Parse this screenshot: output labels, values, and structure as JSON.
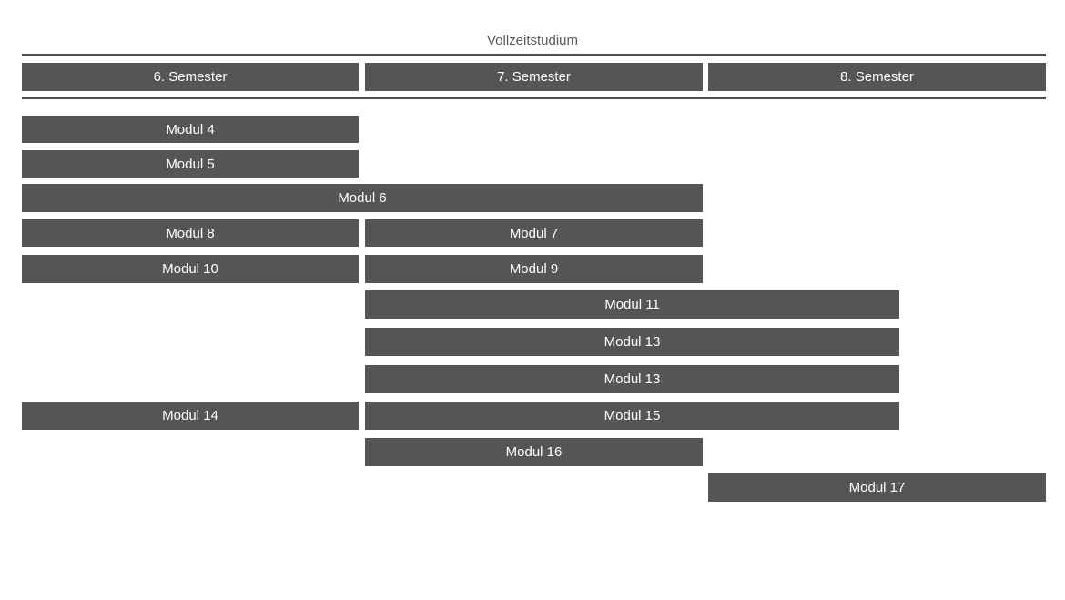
{
  "title": "Vollzeitstudium",
  "semesters": [
    "6. Semester",
    "7. Semester",
    "8. Semester"
  ],
  "modules": [
    {
      "label": "Modul 4",
      "start": 0,
      "span": 1
    },
    {
      "label": "Modul 5",
      "start": 0,
      "span": 1
    },
    {
      "label": "Modul 6",
      "start": 0,
      "span": 2
    },
    {
      "label": "Modul 8",
      "start": 0,
      "span": 1
    },
    {
      "label": "Modul 7",
      "start": 1,
      "span": 1
    },
    {
      "label": "Modul 10",
      "start": 0,
      "span": 1
    },
    {
      "label": "Modul 9",
      "start": 1,
      "span": 1
    },
    {
      "label": "Modul 11",
      "start": 1,
      "span": 1.58
    },
    {
      "label": "Modul 13",
      "start": 1,
      "span": 1.58
    },
    {
      "label": "Modul 13",
      "start": 1,
      "span": 1.58
    },
    {
      "label": "Modul 14",
      "start": 0,
      "span": 1
    },
    {
      "label": "Modul 15",
      "start": 1,
      "span": 1.58
    },
    {
      "label": "Modul 16",
      "start": 1,
      "span": 1
    },
    {
      "label": "Modul 17",
      "start": 2,
      "span": 1
    }
  ]
}
